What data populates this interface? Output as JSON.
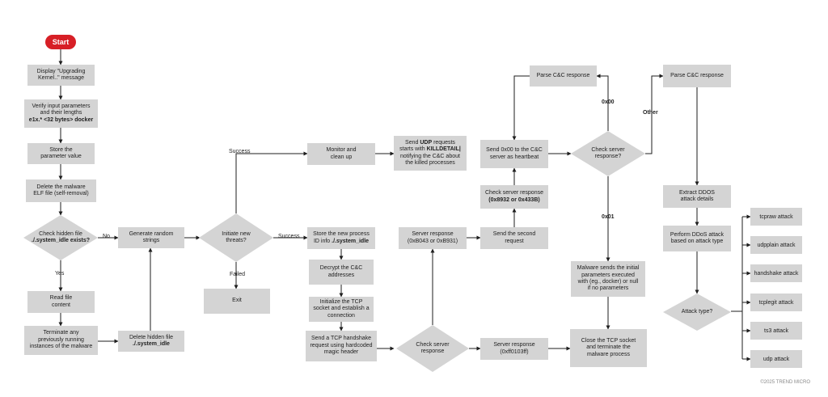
{
  "start": "Start",
  "nodes": {
    "display_msg": "Display \"Upgrading\nKernel..\" message",
    "verify_params_1": "Verify input parameters\nand their lengths",
    "verify_params_2": "e1x.* <32 bytes> docker",
    "store_param": "Store the\nparameter value",
    "delete_elf": "Delete the malware\nELF file (self-removal)",
    "check_hidden_1": "Check hidden file",
    "check_hidden_2": "./.system_idle exists?",
    "read_file": "Read file\ncontent",
    "terminate_prev": "Terminate any\npreviously running\ninstances of the malware",
    "delete_hidden_1": "Delete hidden file",
    "delete_hidden_2": "./.system_idle",
    "gen_random": "Generate random\nstrings",
    "initiate_threats": "Initiate new\nthreats?",
    "exit": "Exit",
    "monitor": "Monitor and\nclean up",
    "send_udp_1": "Send ",
    "send_udp_2": "UDP",
    "send_udp_3": " requests\nstarts with ",
    "send_udp_4": "KILLDETAIL|",
    "send_udp_5": "\nnotifying the C&C about\nthe killed processes",
    "store_pid_1": "Store the new process",
    "store_pid_2": "ID info ",
    "store_pid_3": "./.system_idle",
    "decrypt_cc": "Decrypt the C&C\naddresses",
    "init_tcp": "Initialize the TCP\nsocket and establish a\nconnection",
    "send_handshake": "Send a TCP handshake\nrequest using hardcoded\nmagic header",
    "check_resp_bottom": "Check server\nresponse",
    "server_resp_1": "Server response\n(0xB043 or 0xB931)",
    "server_resp_2": "Server response\n(0xff0103ff)",
    "send_second": "Send the second\nrequest",
    "check_resp_mid_1": "Check server response",
    "check_resp_mid_2": "(0x8932 or 0x433B)",
    "send_heartbeat": "Send 0x00 to the C&C\nserver as heartbeat",
    "check_resp_top": "Check server\nresponse?",
    "parse_cc_1": "Parse C&C response",
    "parse_cc_2": "Parse C&C response",
    "malware_sends": "Malware sends the initial\nparameters executed\nwith (eg., docker) or null\nif no parameters",
    "close_tcp": "Close the TCP socket\nand terminate the\nmalware process",
    "extract_ddos": "Extract DDOS\nattack details",
    "perform_ddos": "Perform DDoS attack\nbased on attack type",
    "attack_type": "Attack type?"
  },
  "edge_labels": {
    "no": "No",
    "yes": "Yes",
    "success_top": "Success",
    "success_mid": "Success",
    "failed": "Failed",
    "hex00": "0x00",
    "other": "Other",
    "hex01": "0x01"
  },
  "attacks": [
    "tcpraw attack",
    "udpplain attack",
    "handshake attack",
    "tcplegit attack",
    "ts3 attack",
    "udp attack"
  ],
  "copyright": "©2025 TREND MICRO",
  "colors": {
    "box": "#d4d4d4",
    "start": "#d71f26",
    "line": "#1e1e1e"
  }
}
